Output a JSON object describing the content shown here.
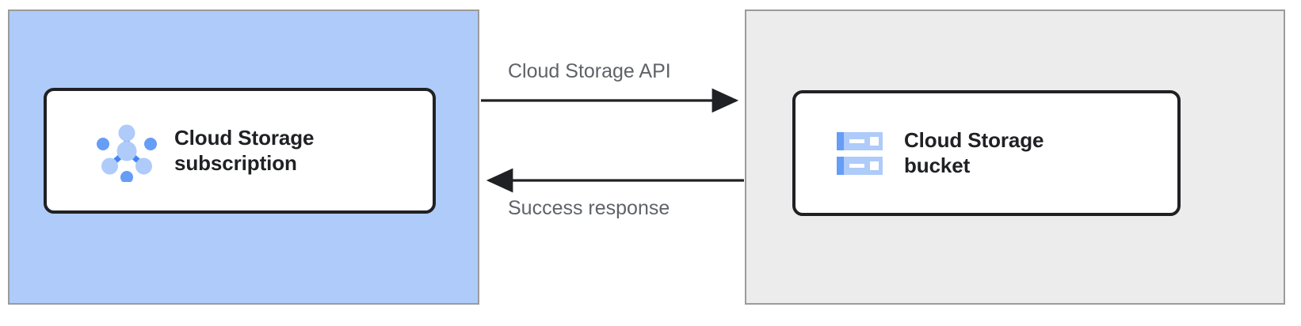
{
  "diagram": {
    "type": "architecture-flow",
    "title": "Cloud Storage subscription delivering to a Cloud Storage bucket",
    "colors": {
      "subscription_panel_fill": "#AECBFA",
      "bucket_panel_fill": "#ECECEC",
      "panel_border": "#9B9B9B",
      "card_border": "#202124",
      "card_fill": "#FFFFFF",
      "label_text": "#202124",
      "edge_text": "#5F6368",
      "icon_blue_dark": "#669DF6",
      "icon_blue_light": "#AECBFA",
      "arrow": "#202124"
    },
    "panels": [
      {
        "name": "subscription-panel",
        "fill": "#AECBFA"
      },
      {
        "name": "bucket-panel",
        "fill": "#ECECEC"
      }
    ],
    "nodes": [
      {
        "name": "cloud-storage-subscription",
        "label": "Cloud Storage\nsubscription",
        "icon": "pubsub-subscription-icon"
      },
      {
        "name": "cloud-storage-bucket",
        "label": "Cloud Storage\nbucket",
        "icon": "cloud-storage-bucket-icon"
      }
    ],
    "edges": [
      {
        "name": "request-edge",
        "label": "Cloud Storage API",
        "direction": "subscription-to-bucket"
      },
      {
        "name": "response-edge",
        "label": "Success response",
        "direction": "bucket-to-subscription"
      }
    ]
  }
}
